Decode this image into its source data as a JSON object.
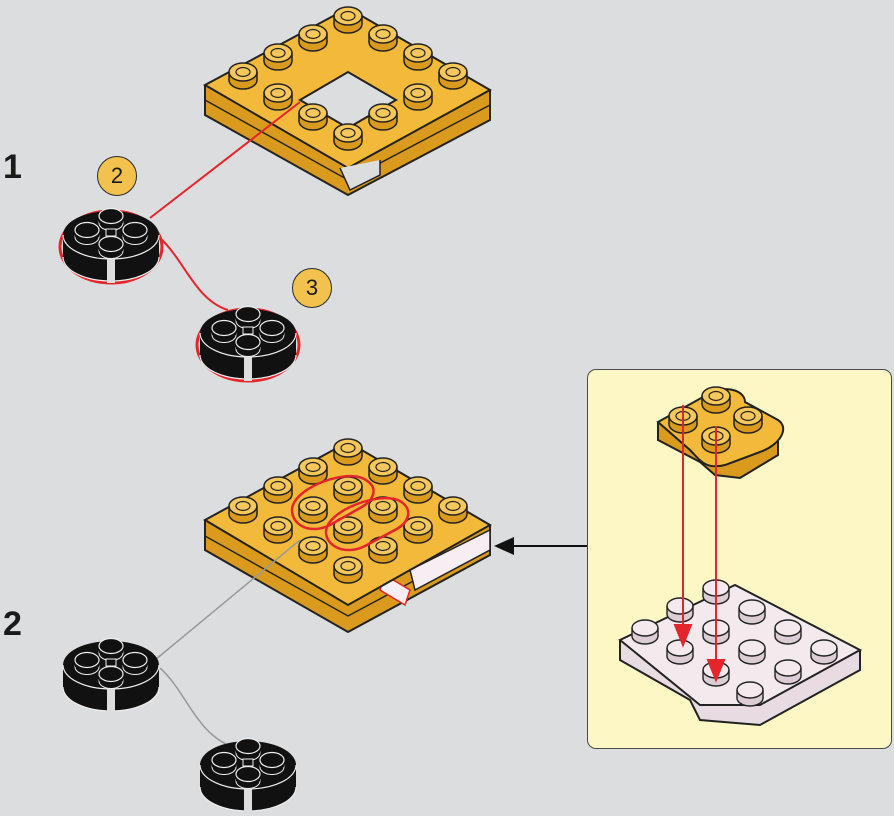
{
  "steps": [
    {
      "number": "1",
      "callouts": [
        "2",
        "3"
      ]
    },
    {
      "number": "2"
    }
  ],
  "colors": {
    "background": "#dcdddf",
    "yellow_brick": "#f2b93b",
    "yellow_shade": "#d99a1e",
    "black_brick": "#111111",
    "highlight_line": "#e3262b",
    "detail_panel": "#fdf7c6",
    "white_plate": "#f2e6ec"
  },
  "icons": {
    "frame_plate": "yellow-square-frame-plate-icon",
    "round_plate": "black-round-2x2-plate-icon",
    "detail_plate": "white-plate-icon",
    "connector_plate": "yellow-1x2-rounded-plate-icon",
    "arrow": "left-arrow-icon"
  }
}
